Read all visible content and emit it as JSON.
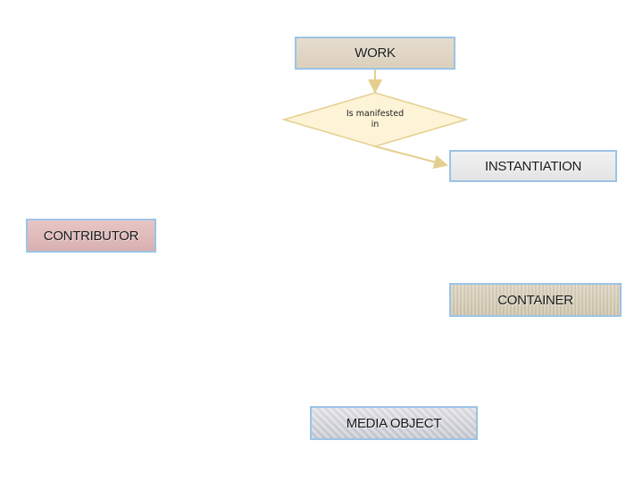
{
  "entities": {
    "work": "WORK",
    "instantiation": "INSTANTIATION",
    "contributor": "CONTRIBUTOR",
    "container": "CONTAINER",
    "media_object": "MEDIA OBJECT"
  },
  "relationship": {
    "line1": "Is manifested",
    "line2": "in"
  },
  "colors": {
    "box_border": "#9cc3e5",
    "connector": "#e5cf8f",
    "diamond_fill": "#fdf3d6"
  }
}
